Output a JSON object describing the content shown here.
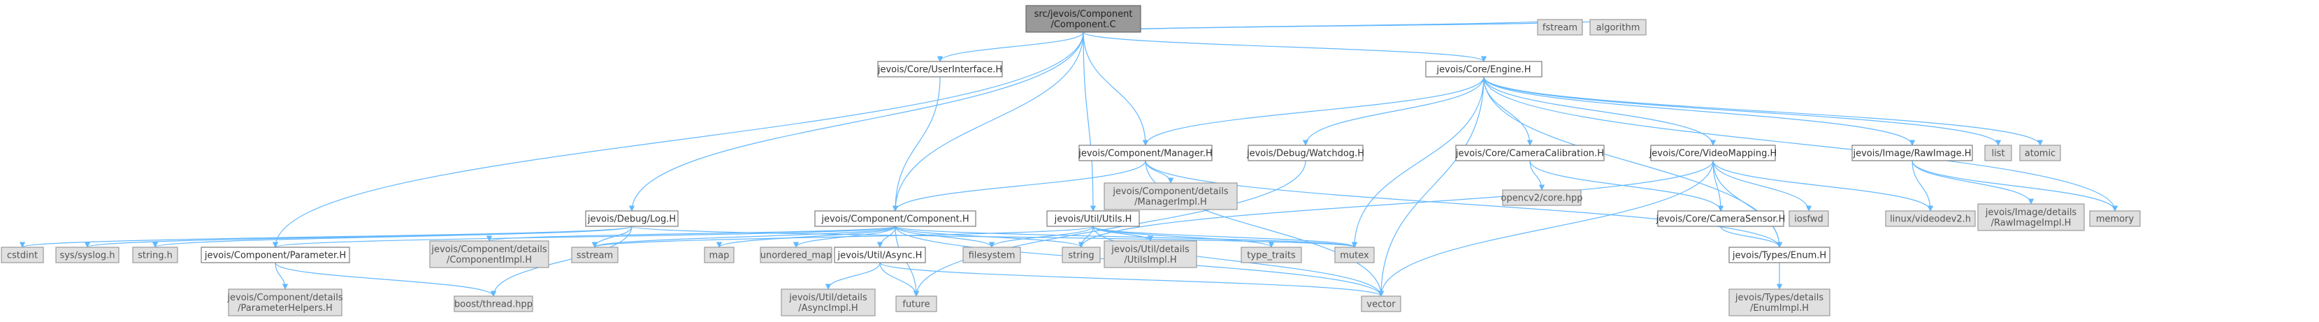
{
  "graph": {
    "colors": {
      "edge": "#63b8ff",
      "root_fill": "#999999",
      "external_fill": "#e0e0e0",
      "node_fill": "#ffffff"
    },
    "nodes": [
      {
        "id": "root",
        "lines": [
          "src/jevois/Component",
          "/Component.C"
        ],
        "kind": "root"
      },
      {
        "id": "fstream",
        "lines": [
          "fstream"
        ],
        "kind": "ext"
      },
      {
        "id": "algorithm",
        "lines": [
          "algorithm"
        ],
        "kind": "ext"
      },
      {
        "id": "userinterface",
        "lines": [
          "jevois/Core/UserInterface.H"
        ],
        "kind": "file"
      },
      {
        "id": "engine",
        "lines": [
          "jevois/Core/Engine.H"
        ],
        "kind": "file"
      },
      {
        "id": "manager",
        "lines": [
          "jevois/Component/Manager.H"
        ],
        "kind": "file"
      },
      {
        "id": "watchdog",
        "lines": [
          "jevois/Debug/Watchdog.H"
        ],
        "kind": "file"
      },
      {
        "id": "cameracal",
        "lines": [
          "jevois/Core/CameraCalibration.H"
        ],
        "kind": "file"
      },
      {
        "id": "videomapping",
        "lines": [
          "jevois/Core/VideoMapping.H"
        ],
        "kind": "file"
      },
      {
        "id": "rawimage",
        "lines": [
          "jevois/Image/RawImage.H"
        ],
        "kind": "file"
      },
      {
        "id": "list",
        "lines": [
          "list"
        ],
        "kind": "ext"
      },
      {
        "id": "atomic",
        "lines": [
          "atomic"
        ],
        "kind": "ext"
      },
      {
        "id": "managerimpl",
        "lines": [
          "jevois/Component/details",
          "/ManagerImpl.H"
        ],
        "kind": "ext"
      },
      {
        "id": "opencv",
        "lines": [
          "opencv2/core.hpp"
        ],
        "kind": "ext"
      },
      {
        "id": "camerasensor",
        "lines": [
          "jevois/Core/CameraSensor.H"
        ],
        "kind": "file"
      },
      {
        "id": "iosfwd",
        "lines": [
          "iosfwd"
        ],
        "kind": "ext"
      },
      {
        "id": "videodev",
        "lines": [
          "linux/videodev2.h"
        ],
        "kind": "ext"
      },
      {
        "id": "rawimageimpl",
        "lines": [
          "jevois/Image/details",
          "/RawImageImpl.H"
        ],
        "kind": "ext"
      },
      {
        "id": "memory",
        "lines": [
          "memory"
        ],
        "kind": "ext"
      },
      {
        "id": "log",
        "lines": [
          "jevois/Debug/Log.H"
        ],
        "kind": "file"
      },
      {
        "id": "component",
        "lines": [
          "jevois/Component/Component.H"
        ],
        "kind": "file"
      },
      {
        "id": "utils",
        "lines": [
          "jevois/Util/Utils.H"
        ],
        "kind": "file"
      },
      {
        "id": "cstdint",
        "lines": [
          "cstdint"
        ],
        "kind": "ext"
      },
      {
        "id": "syslog",
        "lines": [
          "sys/syslog.h"
        ],
        "kind": "ext"
      },
      {
        "id": "stringh",
        "lines": [
          "string.h"
        ],
        "kind": "ext"
      },
      {
        "id": "parameter",
        "lines": [
          "jevois/Component/Parameter.H"
        ],
        "kind": "file"
      },
      {
        "id": "componentimpl",
        "lines": [
          "jevois/Component/details",
          "/ComponentImpl.H"
        ],
        "kind": "ext"
      },
      {
        "id": "sstream",
        "lines": [
          "sstream"
        ],
        "kind": "ext"
      },
      {
        "id": "map",
        "lines": [
          "map"
        ],
        "kind": "ext"
      },
      {
        "id": "unordered_map",
        "lines": [
          "unordered_map"
        ],
        "kind": "ext"
      },
      {
        "id": "async",
        "lines": [
          "jevois/Util/Async.H"
        ],
        "kind": "file"
      },
      {
        "id": "filesystem",
        "lines": [
          "filesystem"
        ],
        "kind": "ext"
      },
      {
        "id": "string",
        "lines": [
          "string"
        ],
        "kind": "ext"
      },
      {
        "id": "utilsimpl",
        "lines": [
          "jevois/Util/details",
          "/UtilsImpl.H"
        ],
        "kind": "ext"
      },
      {
        "id": "type_traits",
        "lines": [
          "type_traits"
        ],
        "kind": "ext"
      },
      {
        "id": "mutex",
        "lines": [
          "mutex"
        ],
        "kind": "ext"
      },
      {
        "id": "enum",
        "lines": [
          "jevois/Types/Enum.H"
        ],
        "kind": "file"
      },
      {
        "id": "paramhelpers",
        "lines": [
          "jevois/Component/details",
          "/ParameterHelpers.H"
        ],
        "kind": "ext"
      },
      {
        "id": "boostthread",
        "lines": [
          "boost/thread.hpp"
        ],
        "kind": "ext"
      },
      {
        "id": "asyncimpl",
        "lines": [
          "jevois/Util/details",
          "/AsyncImpl.H"
        ],
        "kind": "ext"
      },
      {
        "id": "future",
        "lines": [
          "future"
        ],
        "kind": "ext"
      },
      {
        "id": "vector",
        "lines": [
          "vector"
        ],
        "kind": "ext"
      },
      {
        "id": "enumimpl",
        "lines": [
          "jevois/Types/details",
          "/EnumImpl.H"
        ],
        "kind": "ext"
      }
    ],
    "edges": [
      [
        "root",
        "fstream"
      ],
      [
        "root",
        "algorithm"
      ],
      [
        "root",
        "userinterface"
      ],
      [
        "root",
        "engine"
      ],
      [
        "root",
        "manager"
      ],
      [
        "root",
        "component"
      ],
      [
        "root",
        "utils"
      ],
      [
        "root",
        "log"
      ],
      [
        "root",
        "parameter"
      ],
      [
        "userinterface",
        "component"
      ],
      [
        "engine",
        "manager"
      ],
      [
        "engine",
        "watchdog"
      ],
      [
        "engine",
        "cameracal"
      ],
      [
        "engine",
        "videomapping"
      ],
      [
        "engine",
        "rawimage"
      ],
      [
        "engine",
        "list"
      ],
      [
        "engine",
        "atomic"
      ],
      [
        "engine",
        "memory"
      ],
      [
        "engine",
        "enum"
      ],
      [
        "engine",
        "vector"
      ],
      [
        "engine",
        "mutex"
      ],
      [
        "manager",
        "component"
      ],
      [
        "manager",
        "managerimpl"
      ],
      [
        "manager",
        "enum"
      ],
      [
        "manager",
        "vector"
      ],
      [
        "watchdog",
        "future"
      ],
      [
        "cameracal",
        "opencv"
      ],
      [
        "cameracal",
        "camerasensor"
      ],
      [
        "videomapping",
        "camerasensor"
      ],
      [
        "videomapping",
        "iosfwd"
      ],
      [
        "videomapping",
        "videodev"
      ],
      [
        "videomapping",
        "enum"
      ],
      [
        "videomapping",
        "string"
      ],
      [
        "videomapping",
        "vector"
      ],
      [
        "rawimage",
        "videodev"
      ],
      [
        "rawimage",
        "rawimageimpl"
      ],
      [
        "rawimage",
        "memory"
      ],
      [
        "camerasensor",
        "enum"
      ],
      [
        "enum",
        "enumimpl"
      ],
      [
        "log",
        "cstdint"
      ],
      [
        "log",
        "syslog"
      ],
      [
        "log",
        "stringh"
      ],
      [
        "log",
        "sstream"
      ],
      [
        "log",
        "mutex"
      ],
      [
        "log",
        "boostthread"
      ],
      [
        "component",
        "parameter"
      ],
      [
        "component",
        "componentimpl"
      ],
      [
        "component",
        "map"
      ],
      [
        "component",
        "unordered_map"
      ],
      [
        "component",
        "async"
      ],
      [
        "component",
        "filesystem"
      ],
      [
        "component",
        "string"
      ],
      [
        "component",
        "mutex"
      ],
      [
        "component",
        "vector"
      ],
      [
        "component",
        "future"
      ],
      [
        "component",
        "sstream"
      ],
      [
        "utils",
        "string"
      ],
      [
        "utils",
        "filesystem"
      ],
      [
        "utils",
        "utilsimpl"
      ],
      [
        "utils",
        "type_traits"
      ],
      [
        "utils",
        "vector"
      ],
      [
        "utils",
        "mutex"
      ],
      [
        "utils",
        "sstream"
      ],
      [
        "parameter",
        "paramhelpers"
      ],
      [
        "parameter",
        "boostthread"
      ],
      [
        "async",
        "asyncimpl"
      ],
      [
        "async",
        "future"
      ],
      [
        "async",
        "vector"
      ]
    ]
  }
}
